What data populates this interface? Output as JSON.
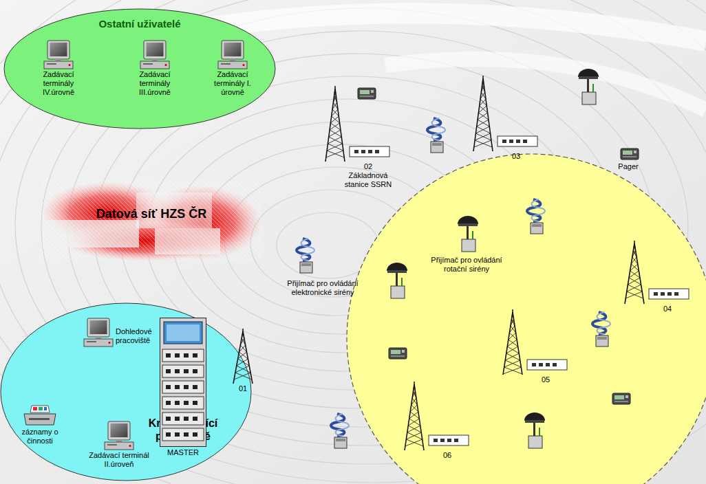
{
  "diagram": {
    "nodes": [
      {
        "text": [
          "Ostatní uživatelé"
        ]
      },
      {
        "text": [
          "Zadávací terminály IV.úrovně"
        ],
        "in": 0
      },
      {
        "text": [
          "Zadávací terminály III.úrovně"
        ],
        "in": 0
      },
      {
        "text": [
          "Zadávací terminály I. úrovně"
        ],
        "in": 0
      },
      {
        "text": [
          "Datová síť HZS ČR"
        ]
      },
      {
        "text": [
          "Krajské řídící pracoviště"
        ]
      },
      {
        "text": [
          "Dohledové pracoviště"
        ],
        "in": 5
      },
      {
        "text": [
          "záznamy o činnosti"
        ],
        "in": 5
      },
      {
        "text": [
          "Zadávací terminál II.úroveň"
        ],
        "in": 5
      },
      {
        "text": [
          "MASTER"
        ],
        "in": 5
      },
      {
        "text": [
          "01"
        ],
        "in": 5
      },
      {
        "text": [
          "02",
          "Základnová stanice SSRN"
        ]
      },
      {
        "text": [
          "03"
        ]
      },
      {
        "text": [
          "04"
        ]
      },
      {
        "text": [
          "05"
        ]
      },
      {
        "text": [
          "06"
        ]
      }
    ],
    "edges": [
      {
        "from": 1,
        "to": 4,
        "arrow": "none"
      },
      {
        "from": 2,
        "to": 4,
        "arrow": "none"
      },
      {
        "from": 3,
        "to": 4,
        "arrow": "none"
      },
      {
        "from": 4,
        "to": 9,
        "arrow": "none"
      },
      {
        "from": 6,
        "to": 9,
        "arrow": "none"
      },
      {
        "from": 7,
        "to": 9,
        "arrow": "none"
      },
      {
        "from": 8,
        "to": 9,
        "arrow": "none"
      },
      {
        "from": 9,
        "to": 10,
        "arrow": "none"
      },
      {
        "from": 10,
        "to": 11,
        "arrow": "none"
      },
      {
        "from": 11,
        "to": 12,
        "arrow": "none"
      },
      {
        "from": 12,
        "to": 13,
        "arrow": "none"
      },
      {
        "from": 13,
        "to": 14,
        "arrow": "none"
      },
      {
        "from": 14,
        "to": 15,
        "arrow": "none"
      },
      {
        "from": 15,
        "to": 10,
        "arrow": "none"
      }
    ],
    "labels": [
      "Přijímač pro ovládání rotační sirény",
      "Přijímač pro ovládání elektronické sirény",
      "Pager"
    ]
  }
}
